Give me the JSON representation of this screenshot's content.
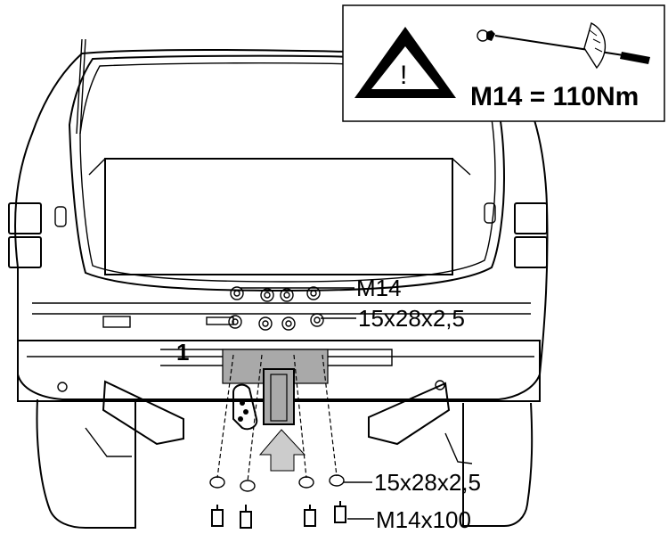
{
  "torque_box": {
    "warning_symbol": "!",
    "spec": "M14 = 110Nm",
    "icon": "torque-wrench-icon"
  },
  "callouts": {
    "nut": "M14",
    "washer_top": "15x28x2,5",
    "part_number": "1",
    "washer_bottom": "15x28x2,5",
    "bolt": "M14x100"
  },
  "colors": {
    "line": "#000000",
    "fill_gray": "#a9a9a9",
    "arrow_gray": "#cccccc",
    "background": "#ffffff"
  }
}
